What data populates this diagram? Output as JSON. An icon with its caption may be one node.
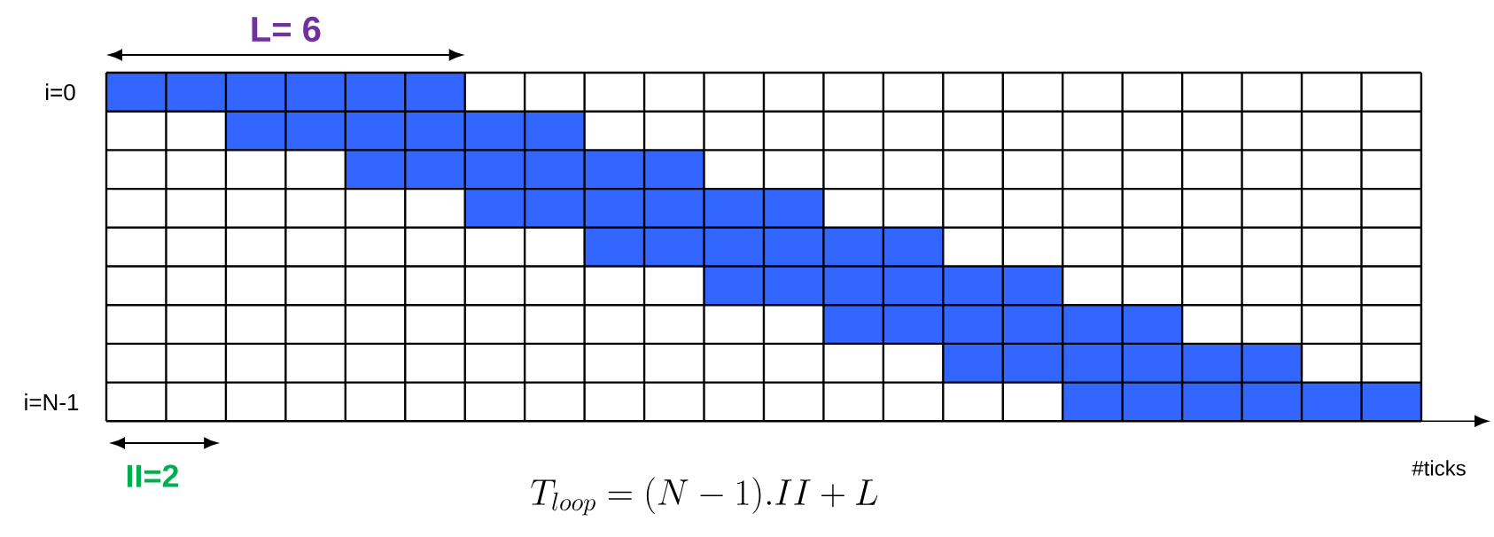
{
  "diagram": {
    "labels": [
      "L= 6",
      "i=0",
      "i=N-1",
      "#ticks",
      "II=2",
      "T_{loop} = (N-1).II + L"
    ]
  }
}
